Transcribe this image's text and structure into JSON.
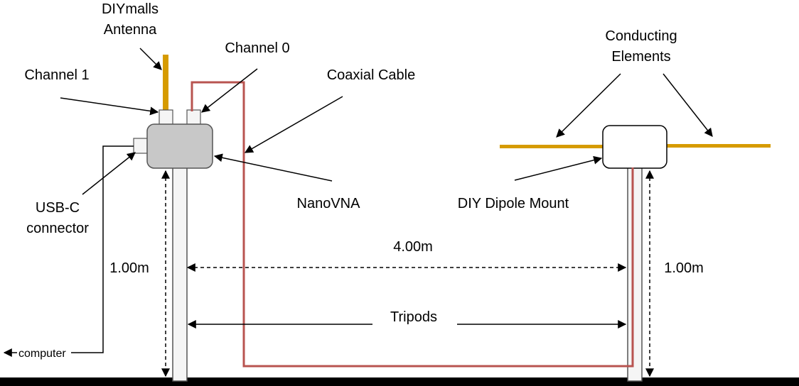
{
  "labels": {
    "diymalls_line1": "DIYmalls",
    "diymalls_line2": "Antenna",
    "channel0": "Channel 0",
    "channel1": "Channel 1",
    "coaxial": "Coaxial Cable",
    "conducting_line1": "Conducting",
    "conducting_line2": "Elements",
    "usbc_line1": "USB-C",
    "usbc_line2": "connector",
    "nanovna": "NanoVNA",
    "dipole_mount": "DIY Dipole Mount",
    "dist_horizontal": "4.00m",
    "height_left": "1.00m",
    "height_right": "1.00m",
    "tripods": "Tripods",
    "computer": "computer"
  },
  "colors": {
    "antenna": "#d69b00",
    "cable": "#b85450",
    "device_fill": "#c8c8c8",
    "ground": "#000000"
  }
}
